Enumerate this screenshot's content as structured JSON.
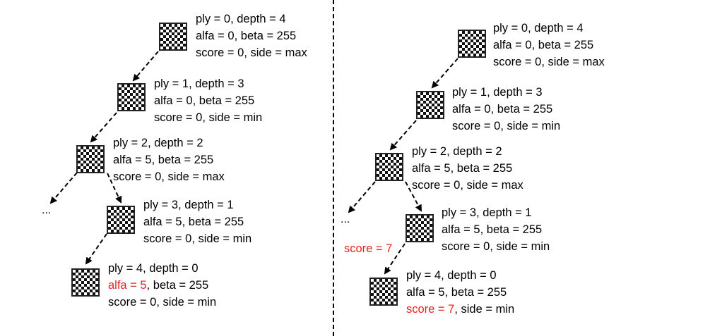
{
  "left": {
    "nodes": [
      {
        "ply_depth": "ply = 0, depth = 4",
        "alfa": "alfa = 0",
        "beta": ", beta = 255",
        "score": "score = 0",
        "side": ", side = max"
      },
      {
        "ply_depth": "ply = 1, depth = 3",
        "alfa": "alfa = 0",
        "beta": ", beta = 255",
        "score": "score = 0",
        "side": ", side = min"
      },
      {
        "ply_depth": "ply = 2, depth = 2",
        "alfa": "alfa = 5",
        "beta": ", beta = 255",
        "score": "score = 0",
        "side": ", side = max"
      },
      {
        "ply_depth": "ply = 3, depth = 1",
        "alfa": "alfa = 5",
        "beta": ", beta = 255",
        "score": "score = 0",
        "side": ", side = min"
      },
      {
        "ply_depth": "ply = 4, depth = 0",
        "alfa": "alfa = 5",
        "beta": ", beta = 255",
        "score": "score = 0",
        "side": ", side = min"
      }
    ],
    "ellipsis": "..."
  },
  "right": {
    "nodes": [
      {
        "ply_depth": "ply = 0, depth = 4",
        "alfa": "alfa = 0",
        "beta": ", beta = 255",
        "score": "score = 0",
        "side": ", side = max"
      },
      {
        "ply_depth": "ply = 1, depth = 3",
        "alfa": "alfa = 0",
        "beta": ", beta = 255",
        "score": "score = 0",
        "side": ", side = min"
      },
      {
        "ply_depth": "ply = 2, depth = 2",
        "alfa": "alfa = 5",
        "beta": ", beta = 255",
        "score": "score = 0",
        "side": ", side = max"
      },
      {
        "ply_depth": "ply = 3, depth = 1",
        "alfa": "alfa = 5",
        "beta": ", beta = 255",
        "score": "score = 0",
        "side": ", side = min"
      },
      {
        "ply_depth": "ply = 4, depth = 0",
        "alfa": "alfa = 5",
        "beta": ", beta = 255",
        "score": "score = 7",
        "side": ", side = min"
      }
    ],
    "ellipsis": "...",
    "returned_score": "score = 7"
  },
  "colors": {
    "highlight": "#e8221f",
    "ink": "#000000"
  }
}
